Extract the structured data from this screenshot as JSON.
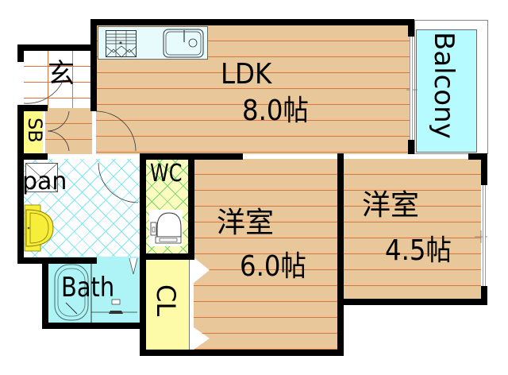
{
  "floorplan": {
    "rooms": {
      "ldk": {
        "name": "LDK",
        "size": "8.0帖"
      },
      "western_room_1": {
        "name": "洋室",
        "size": "6.0帖"
      },
      "western_room_2": {
        "name": "洋室",
        "size": "4.5帖"
      },
      "entrance": {
        "name": "玄"
      },
      "shoe_box": {
        "name": "SB"
      },
      "washroom": {
        "name": "pan"
      },
      "toilet": {
        "name": "WC"
      },
      "bath": {
        "name": "Bath"
      },
      "closet": {
        "name": "CL"
      },
      "balcony": {
        "name": "Balcony"
      }
    },
    "colors": {
      "wood_floor": "#e8c79a",
      "wood_lines": "#d9743c",
      "wash_tile": "#7ee6ef",
      "wc_floor": "#fdfbbf",
      "wc_tile": "#6fd66a",
      "bath": "#aef3f6",
      "closet": "#fdfaa8",
      "shoe_box": "#fdfa8a",
      "balcony": "#b5fbff",
      "wall": "#000000"
    }
  }
}
